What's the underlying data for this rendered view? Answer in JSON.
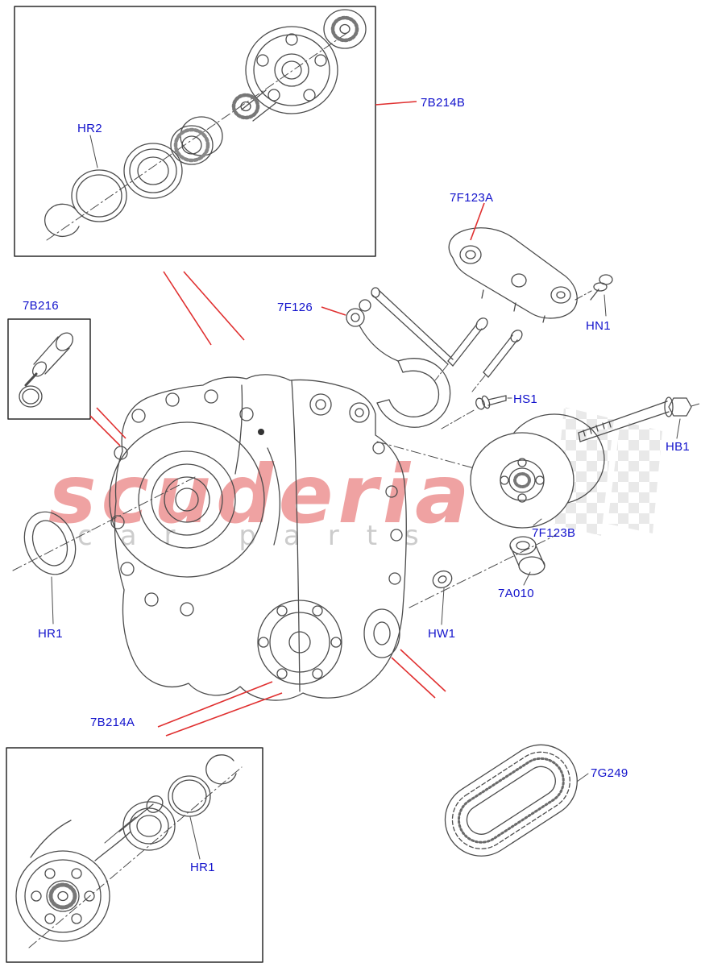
{
  "watermark": {
    "line1": "scuderia",
    "line2": "car parts"
  },
  "labels": {
    "l_7b214b": "7B214B",
    "l_hr2": "HR2",
    "l_7f123a": "7F123A",
    "l_7f126": "7F126",
    "l_hn1": "HN1",
    "l_7b216": "7B216",
    "l_hs1": "HS1",
    "l_hb1": "HB1",
    "l_7f123b": "7F123B",
    "l_7a010": "7A010",
    "l_hw1": "HW1",
    "l_hr1_left": "HR1",
    "l_7b214a": "7B214A",
    "l_hr1_inset": "HR1",
    "l_7g249": "7G249"
  },
  "colors": {
    "label_blue": "#1212cc",
    "leader_red": "#e03030",
    "line_gray": "#4c4c4c",
    "watermark_red": "#e04848",
    "watermark_gray": "#9a9a9a"
  }
}
